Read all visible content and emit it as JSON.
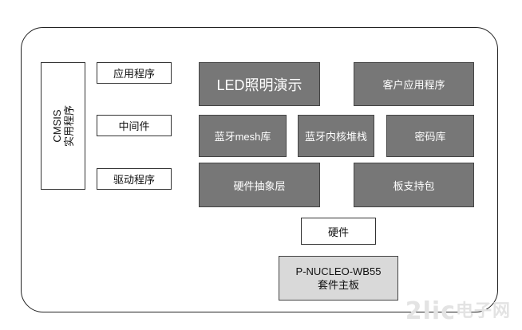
{
  "diagram": {
    "cmsis": {
      "line1": "CMSIS",
      "line2": "实用程序"
    },
    "left_layers": {
      "application": "应用程序",
      "middleware": "中间件",
      "driver": "驱动程序"
    },
    "blocks": {
      "led_demo": "LED照明演示",
      "customer_app": "客户应用程序",
      "bluetooth_mesh": "蓝牙mesh库",
      "bluetooth_stack": "蓝牙内核堆栈",
      "crypto": "密码库",
      "hal": "硬件抽象层",
      "bsp": "板支持包",
      "hardware": "硬件",
      "board_line1": "P-NUCLEO-WB55",
      "board_line2": "套件主板"
    },
    "watermark": {
      "main": "2lic",
      "sub": "电子网"
    },
    "colors": {
      "dark_block": "#777777",
      "light_block": "#d9d9d9",
      "border": "#333333"
    }
  }
}
